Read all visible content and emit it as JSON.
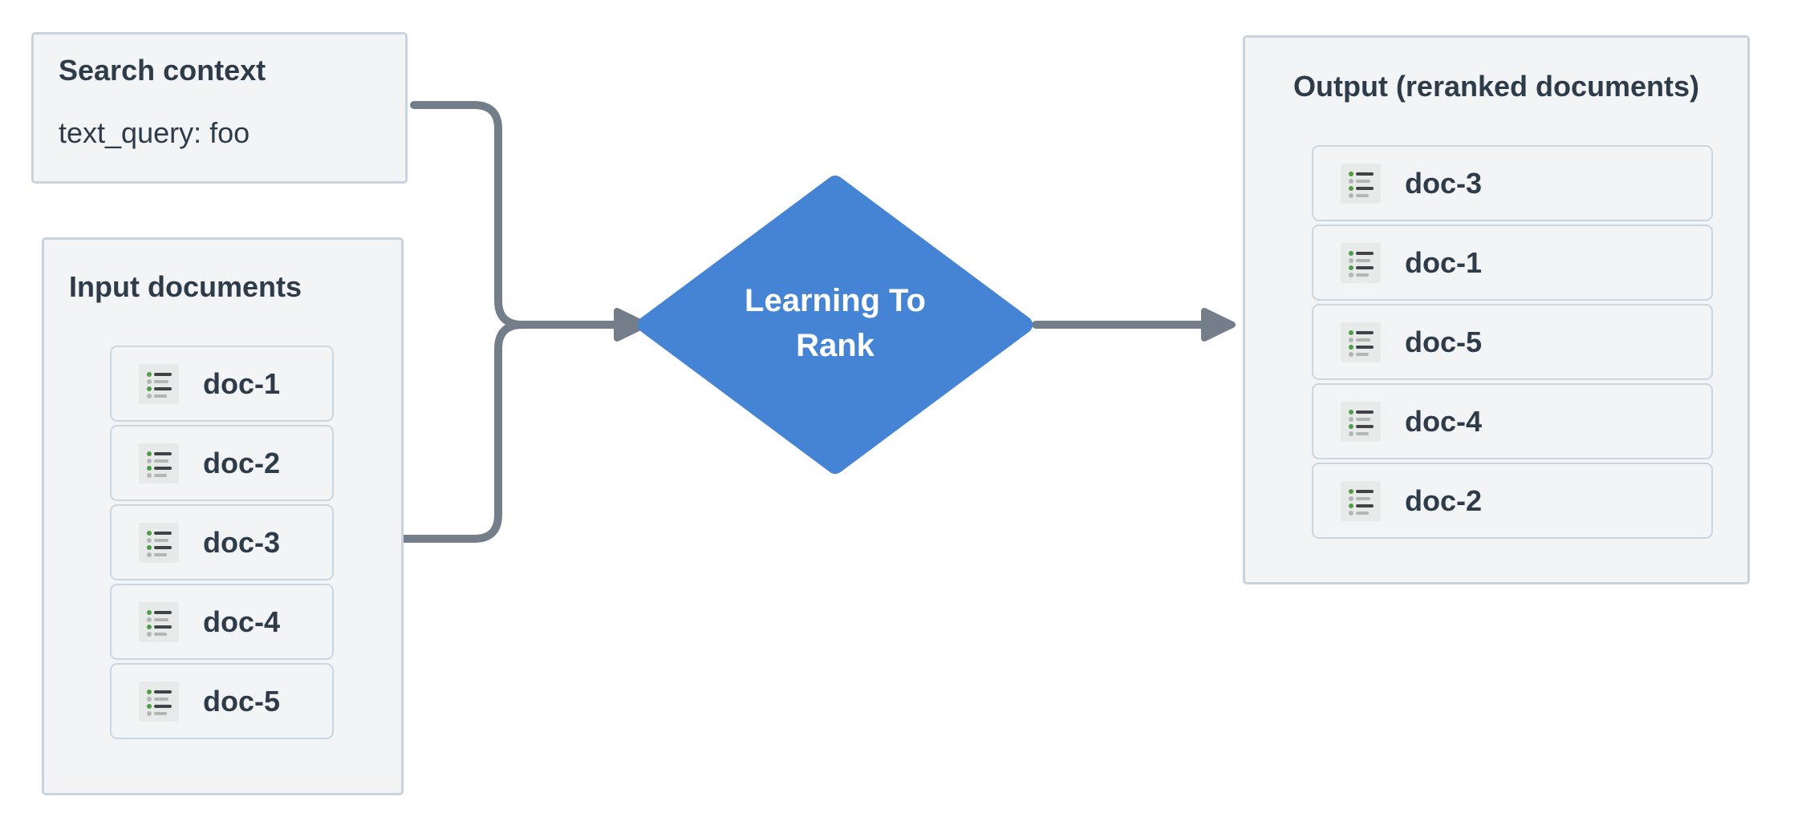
{
  "search_context": {
    "title": "Search context",
    "query_line": "text_query: foo"
  },
  "input_documents": {
    "title": "Input documents",
    "docs": [
      "doc-1",
      "doc-2",
      "doc-3",
      "doc-4",
      "doc-5"
    ]
  },
  "ltr_node": {
    "label": "Learning To Rank",
    "label_lines": [
      "Learning To",
      "Rank"
    ]
  },
  "output_documents": {
    "title": "Output (reranked documents)",
    "docs": [
      "doc-3",
      "doc-1",
      "doc-5",
      "doc-4",
      "doc-2"
    ]
  },
  "icons": {
    "doc_icon": "bulleted-list-icon"
  },
  "colors": {
    "page_bg": "#ffffff",
    "node_fill": "#f2f4f6",
    "node_border": "#c9d3dd",
    "item_border": "#ccd6de",
    "text_dark": "#2e3c4a",
    "diamond_blue": "#4583d5",
    "diamond_text": "#ffffff",
    "connector_gray": "#747e8a",
    "icon_bg": "#e8e9e9",
    "icon_green": "#4d9e47",
    "icon_gray": "#b4b6b6",
    "icon_dark_line": "#3f4348"
  }
}
